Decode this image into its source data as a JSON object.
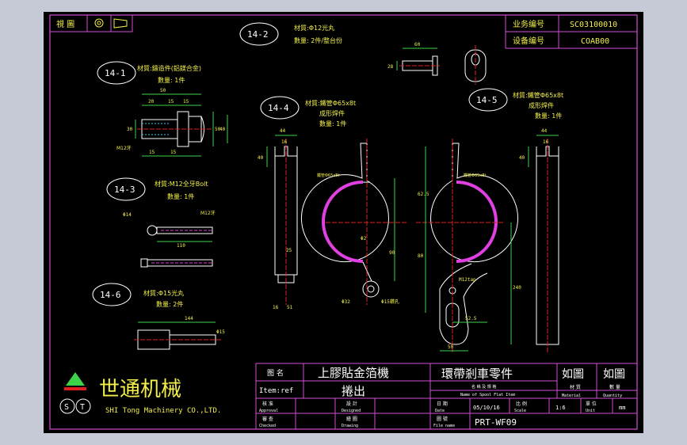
{
  "header": {
    "view_label": "視 圖",
    "business_no_label": "业务编号",
    "business_no": "SC03100010",
    "equipment_no_label": "设备编号",
    "equipment_no": "COAB00"
  },
  "parts": [
    {
      "id": "14-1",
      "material": "材質:鑄造件(鋁鎂合金)",
      "qty": "數量: 1件"
    },
    {
      "id": "14-2",
      "material": "材質:Φ12光丸",
      "qty": "數量: 2件/整台份"
    },
    {
      "id": "14-3",
      "material": "材質:M12全牙Bolt",
      "qty": "數量: 1件"
    },
    {
      "id": "14-4",
      "material": "材質:鐵管Φ65x8t",
      "process": "成形焊件",
      "qty": "數量: 1件"
    },
    {
      "id": "14-5",
      "material": "材質:鐵管Φ65x8t",
      "process": "成形焊件",
      "qty": "數量: 1件"
    },
    {
      "id": "14-6",
      "material": "材質:Φ15光丸",
      "qty": "數量: 2件"
    }
  ],
  "dimensions": {
    "p1": [
      "50",
      "20",
      "15",
      "15",
      "M12牙",
      "15",
      "15",
      "30",
      "50",
      "40"
    ],
    "p2": [
      "60",
      "28"
    ],
    "p3": [
      "Φ14",
      "M12牙",
      "110"
    ],
    "p4": [
      "44",
      "16",
      "40",
      "25",
      "16",
      "51",
      "Φ32",
      "Φ15鑽孔",
      "90",
      "Φ2",
      "鐵管Φ65x8t"
    ],
    "p5": [
      "44",
      "16",
      "40",
      "62.5",
      "80",
      "M12tap",
      "52.5",
      "50",
      "240",
      "鐵管Φ65x8t"
    ],
    "p6": [
      "144",
      "Φ15"
    ]
  },
  "logo": {
    "cn": "世通机械",
    "en": "SHI Tong Machinery CO.,LTD."
  },
  "title_block": {
    "name_label": "图 名",
    "item_label": "Item:ref",
    "title_line1": "上膠貼金箔機",
    "title_line2": "捲出",
    "part_title": "環帶剎車零件",
    "part_subtitle": "Name of Spool Flat Item",
    "name_sub": "名 稱 及 規 格",
    "material_label": "材 質",
    "material_sub": "Material",
    "material_value": "如圖",
    "qty_label": "數 量",
    "qty_sub": "Quantity",
    "qty_value": "如圖",
    "approve_label": "核 准",
    "approve_sub": "Approval",
    "design_label": "設 計",
    "design_sub": "Designed",
    "date_label": "日 期",
    "date_sub": "Date",
    "date_value": "05/10/16",
    "scale_label": "比 例",
    "scale_sub": "Scale",
    "scale_value": "1:6",
    "unit_label": "單 位",
    "unit_sub": "Unit",
    "unit_value": "mm",
    "check_label": "審 查",
    "check_sub": "Checked",
    "draw_label": "繪 圖",
    "draw_sub": "Drawing",
    "file_label": "圖 號",
    "file_sub": "File name",
    "file_value": "PRT-WF09"
  },
  "colors": {
    "frame": "#d34cd3",
    "line": "#ffffff",
    "yellow": "#f2ef4c",
    "green": "#3cd24a",
    "red": "#e02020",
    "cyan": "#2ec7e6",
    "magenta": "#e040e0",
    "grey": "#c5cad6"
  }
}
